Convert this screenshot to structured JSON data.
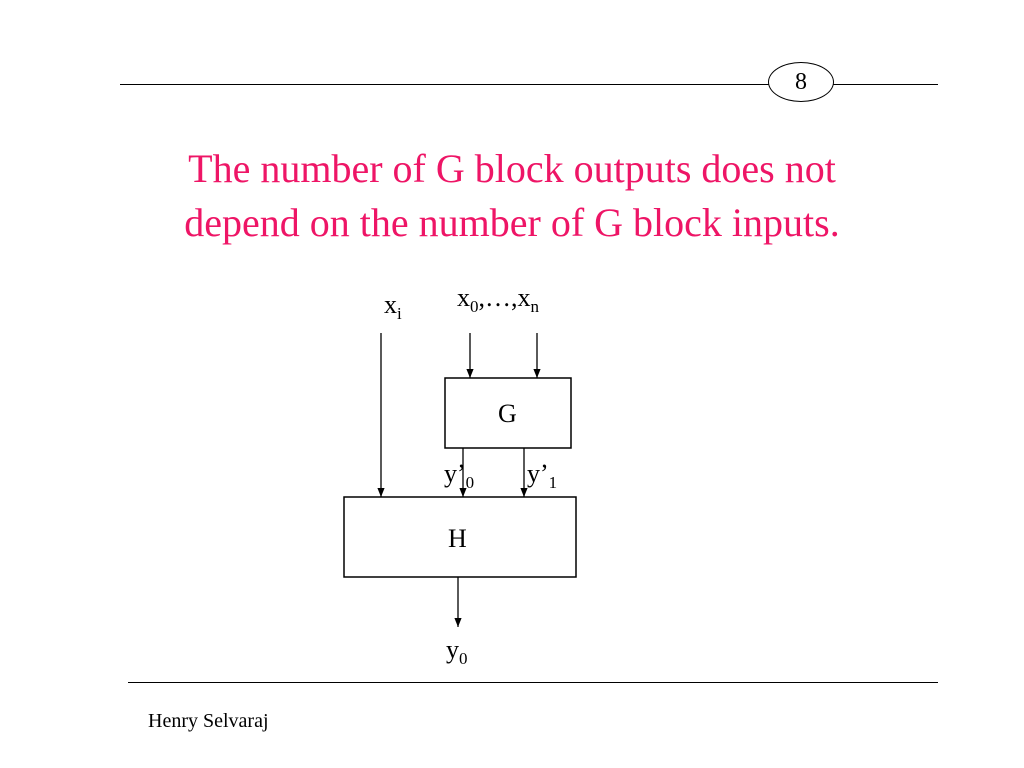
{
  "header": {
    "page_number": "8"
  },
  "title": {
    "line1": "The number of G block outputs does not",
    "line2": "depend on the number of G block inputs."
  },
  "diagram": {
    "blocks": {
      "g": "G",
      "h": "H"
    },
    "inputs": {
      "xi_base": "x",
      "xi_sub": "i",
      "x0_base": "x",
      "x0_sub": "0",
      "x_sep": ",…,",
      "xn_base": "x",
      "xn_sub": "n"
    },
    "intermediate": {
      "y0p_base": "y’",
      "y0p_sub": "0",
      "y1p_base": "y’",
      "y1p_sub": "1"
    },
    "output": {
      "y0_base": "y",
      "y0_sub": "0"
    }
  },
  "footer": {
    "author": "Henry Selvaraj"
  },
  "colors": {
    "title": "#ee1566",
    "line": "#000000"
  }
}
